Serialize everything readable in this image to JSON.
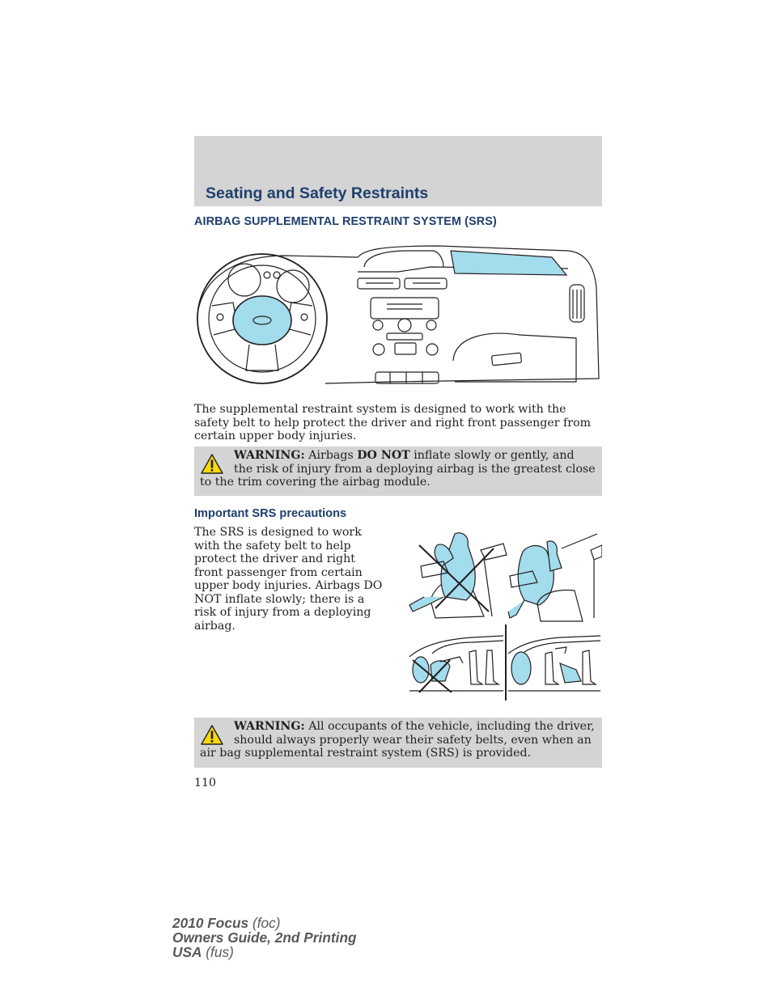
{
  "header": {
    "section_title": "Seating and Safety Restraints"
  },
  "main": {
    "heading": "AIRBAG SUPPLEMENTAL RESTRAINT SYSTEM (SRS)",
    "intro": "The supplemental restraint system is designed to work with the safety belt to help protect the driver and right front passenger from certain upper body injuries.",
    "warning1": {
      "label": "WARNING:",
      "text_before": " Airbags ",
      "emphasis": "DO NOT",
      "text_after": " inflate slowly or gently, and the risk of injury from a deploying airbag is the greatest close to the trim covering the airbag module."
    },
    "subheading": "Important SRS precautions",
    "precautions_text": "The SRS is designed to work with the safety belt to help protect the driver and right front passenger from certain upper body injuries. Airbags DO NOT inflate slowly; there is a risk of injury from a deploying airbag.",
    "warning2": {
      "label": "WARNING:",
      "text": " All occupants of the vehicle, including the driver, should always properly wear their safety belts, even when an air bag supplemental restraint system (SRS) is provided."
    },
    "page_number": "110"
  },
  "footer": {
    "line1_bold": "2010 Focus",
    "line1_rest": " (foc)",
    "line2": "Owners Guide, 2nd Printing",
    "line3_bold": "USA",
    "line3_rest": " (fus)"
  },
  "colors": {
    "heading_blue": "#1f3f6e",
    "band_gray": "#d4d4d4",
    "airbag_blue": "#a3dcec",
    "warning_yellow": "#f6d80f"
  },
  "icons": [
    "warning-triangle-icon",
    "warning-triangle-icon"
  ]
}
